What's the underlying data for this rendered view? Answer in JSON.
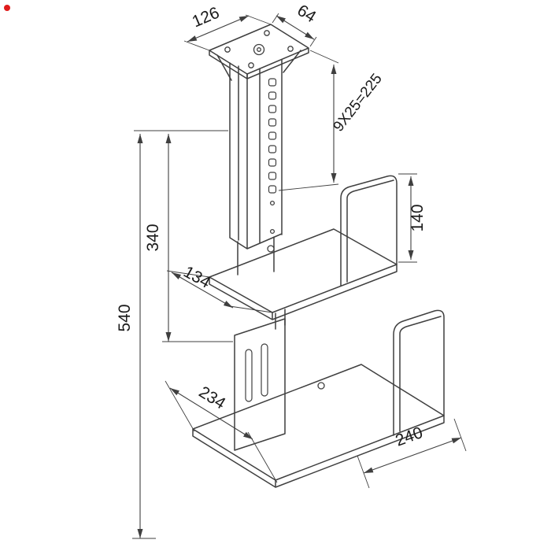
{
  "drawing": {
    "kind": "isometric technical drawing",
    "background": "#ffffff",
    "line_color": "#3f3f3f",
    "text_color": "#1a1a1a",
    "corner_marker_color": "#e01b1b"
  },
  "dimensions": {
    "plate_length": "126",
    "plate_width": "64",
    "slot_pattern": "9X25=225",
    "column_travel": "340",
    "overall_height": "540",
    "upper_shelf_depth": "134",
    "upper_panel_height": "140",
    "base_plate_width": "234",
    "base_shelf_depth": "240"
  }
}
